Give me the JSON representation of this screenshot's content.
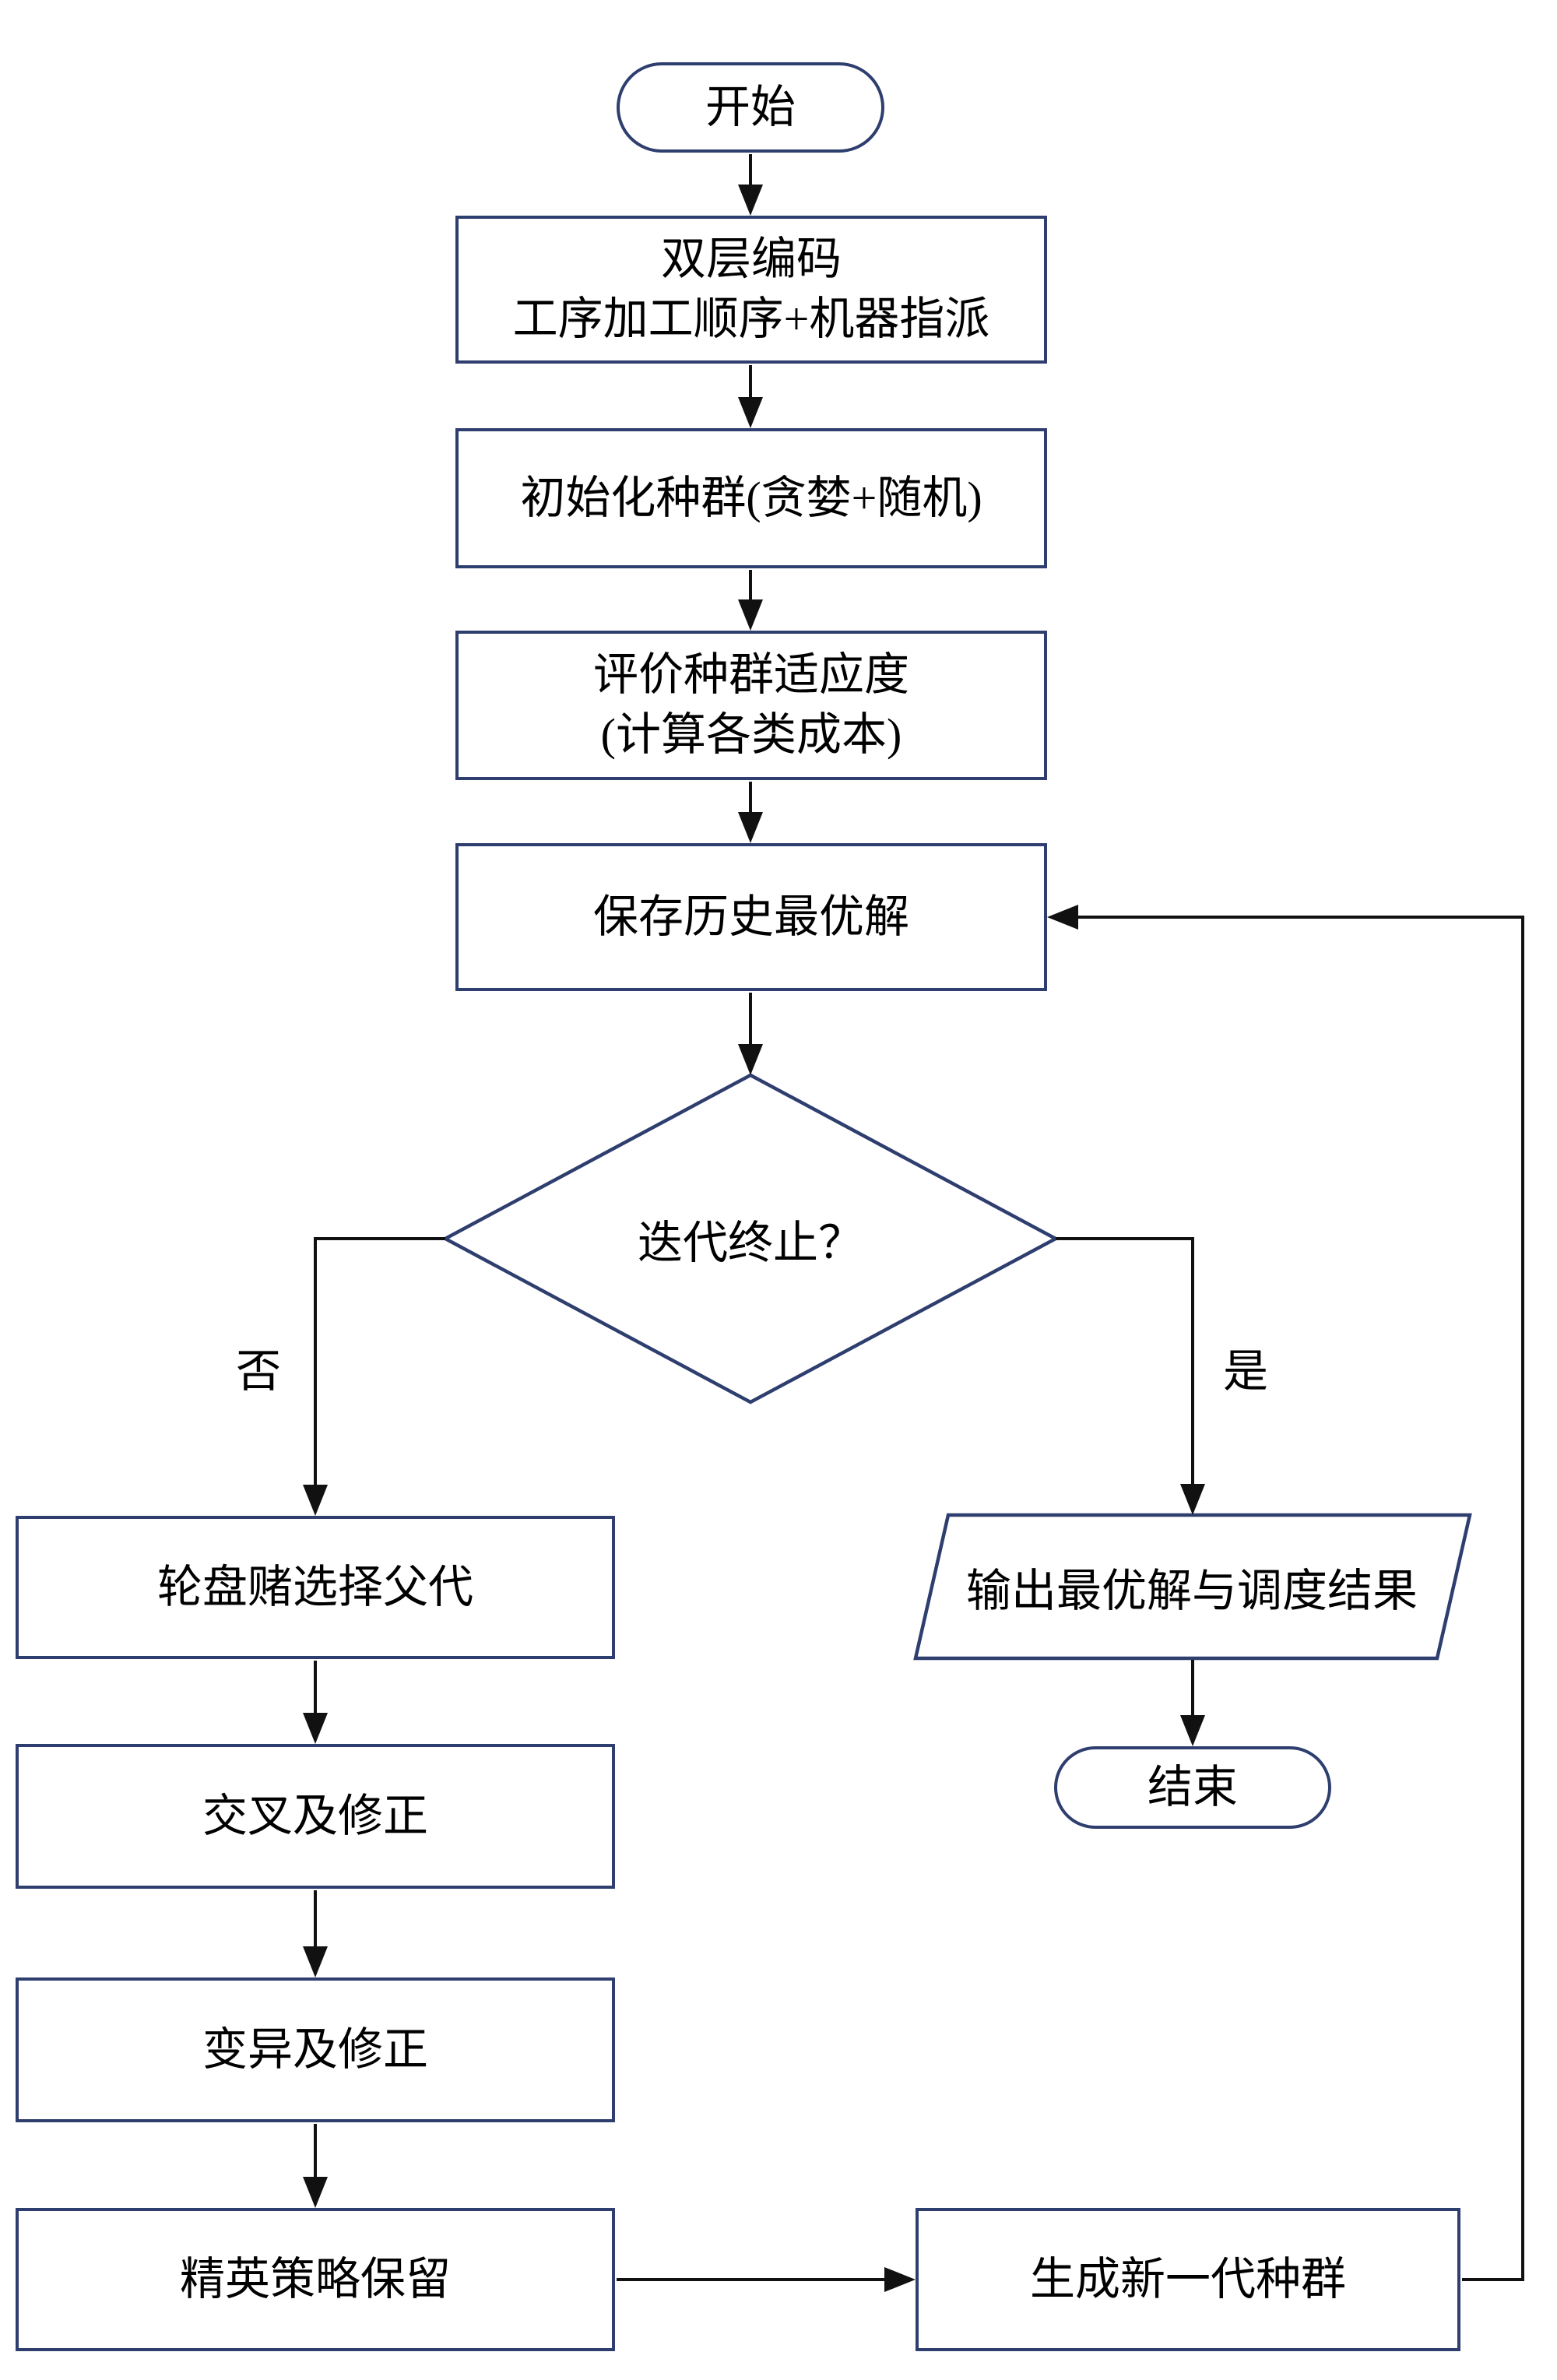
{
  "colors": {
    "background": "#ffffff",
    "node_fill": "#ffffff",
    "node_border": "#2e3e6e",
    "arrow": "#111111",
    "text": "#000000"
  },
  "nodes": {
    "start": {
      "shape": "stadium",
      "label": "开始"
    },
    "encode": {
      "shape": "rect",
      "line1": "双层编码",
      "line2": "工序加工顺序+机器指派"
    },
    "init": {
      "shape": "rect",
      "label": "初始化种群(贪婪+随机)"
    },
    "evaluate": {
      "shape": "rect",
      "line1": "评价种群适应度",
      "line2": "(计算各类成本)"
    },
    "save_best": {
      "shape": "rect",
      "label": "保存历史最优解"
    },
    "decision": {
      "shape": "diamond",
      "label": "迭代终止？"
    },
    "roulette": {
      "shape": "rect",
      "label": "轮盘赌选择父代"
    },
    "crossover": {
      "shape": "rect",
      "label": "交叉及修正"
    },
    "mutation": {
      "shape": "rect",
      "label": "变异及修正"
    },
    "elite": {
      "shape": "rect",
      "label": "精英策略保留"
    },
    "output": {
      "shape": "parallelogram",
      "label": "输出最优解与调度结果"
    },
    "end": {
      "shape": "stadium",
      "label": "结束"
    },
    "new_generation": {
      "shape": "rect",
      "label": "生成新一代种群"
    }
  },
  "edge_labels": {
    "no": "否",
    "yes": "是"
  }
}
